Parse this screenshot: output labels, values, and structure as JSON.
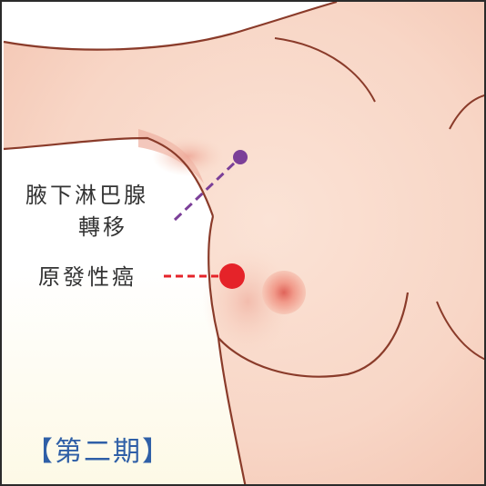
{
  "labels": {
    "axillary_line1": "腋下淋巴腺",
    "axillary_line2": "轉移",
    "primary_cancer": "原發性癌"
  },
  "stage": {
    "open_bracket": "【",
    "text": "第二期",
    "close_bracket": "】"
  },
  "colors": {
    "skin": "#f8d6c6",
    "skin_shadow": "#eeaf9f",
    "outline": "#8a3b2a",
    "axillary_node": "#7b3f98",
    "primary_tumor": "#e52329",
    "stage_text": "#2f5fa7"
  }
}
